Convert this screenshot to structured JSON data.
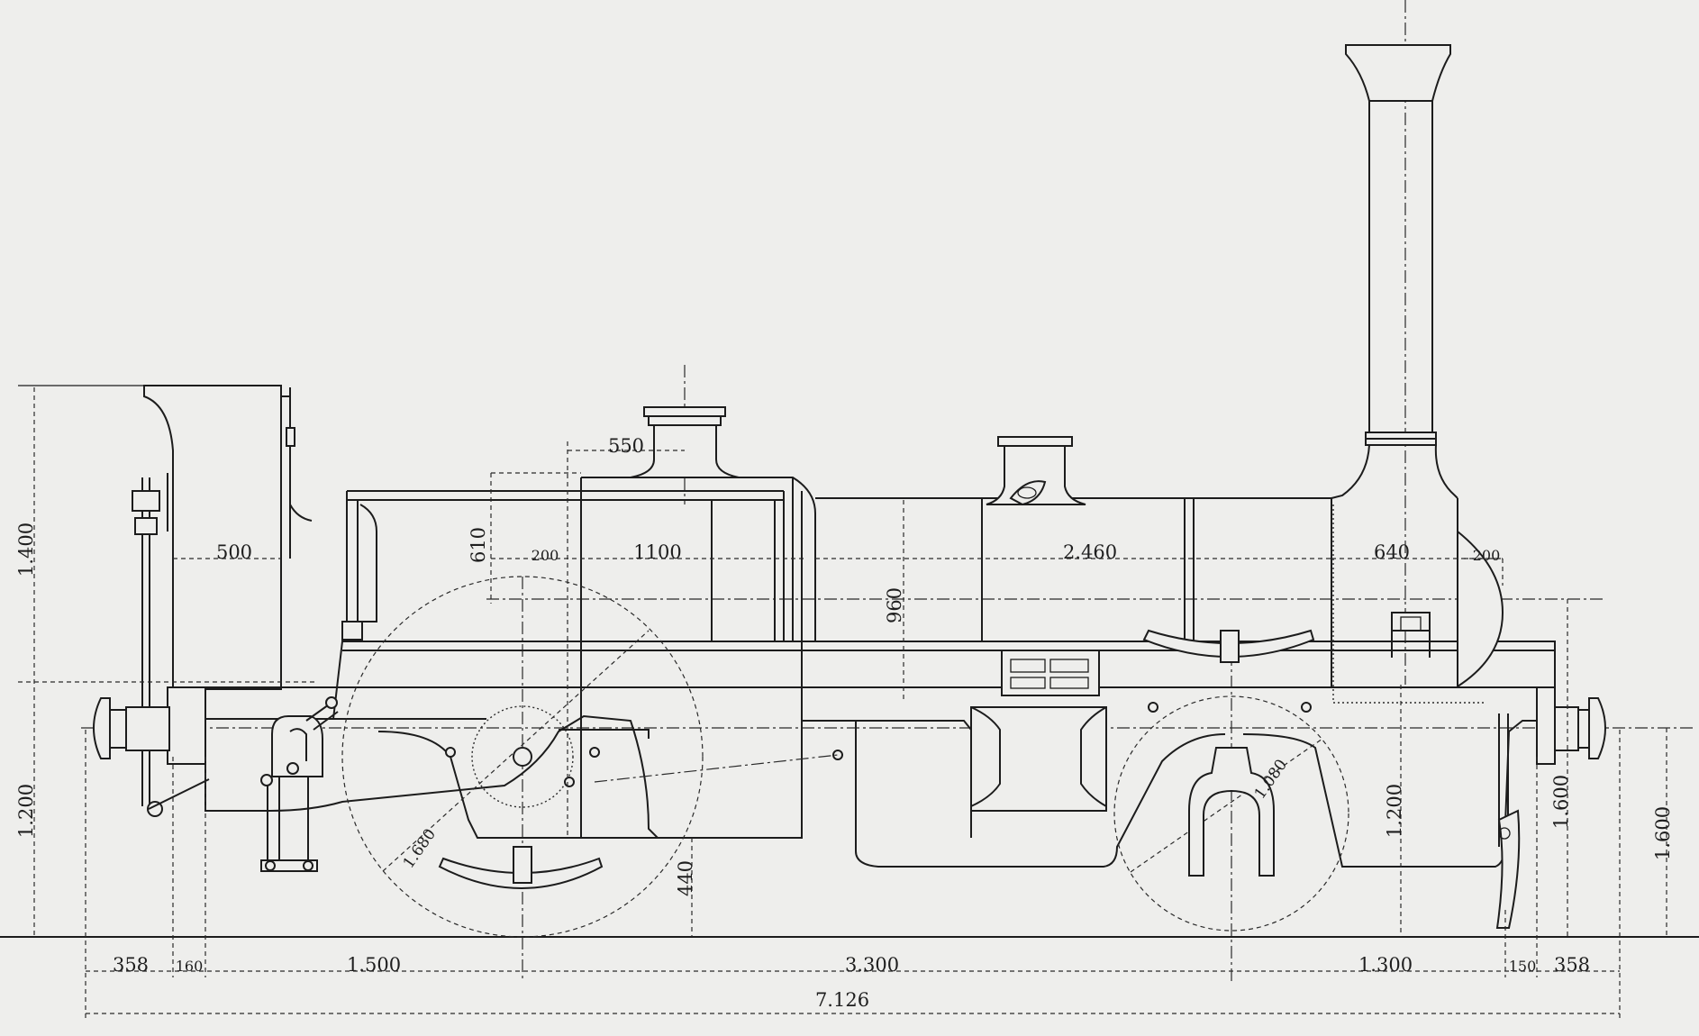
{
  "drawing": {
    "dimensions": {
      "total_length": "7.126",
      "buffer_front": "358",
      "buffer_rear": "358",
      "gap_front": "160",
      "gap_rear": "150",
      "front_overhang": "1.500",
      "wheelbase": "3.300",
      "rear_overhang": "1.300",
      "cab_height": "1.400",
      "frame_height": "1.200",
      "boiler_axis_height": "1.200",
      "buffer_height_a": "1.600",
      "buffer_height_b": "1.600",
      "cab_width": "500",
      "dome_width": "550",
      "firebox_height": "610",
      "firebox_offset": "200",
      "firebox_length": "1100",
      "boiler_diameter": "960",
      "barrel_length": "2.460",
      "smokebox_length": "640",
      "smokebox_door": "200",
      "driving_wheel_dia": "1.680",
      "carrying_wheel_dia": "1.080",
      "wheel_clearance": "440"
    }
  }
}
